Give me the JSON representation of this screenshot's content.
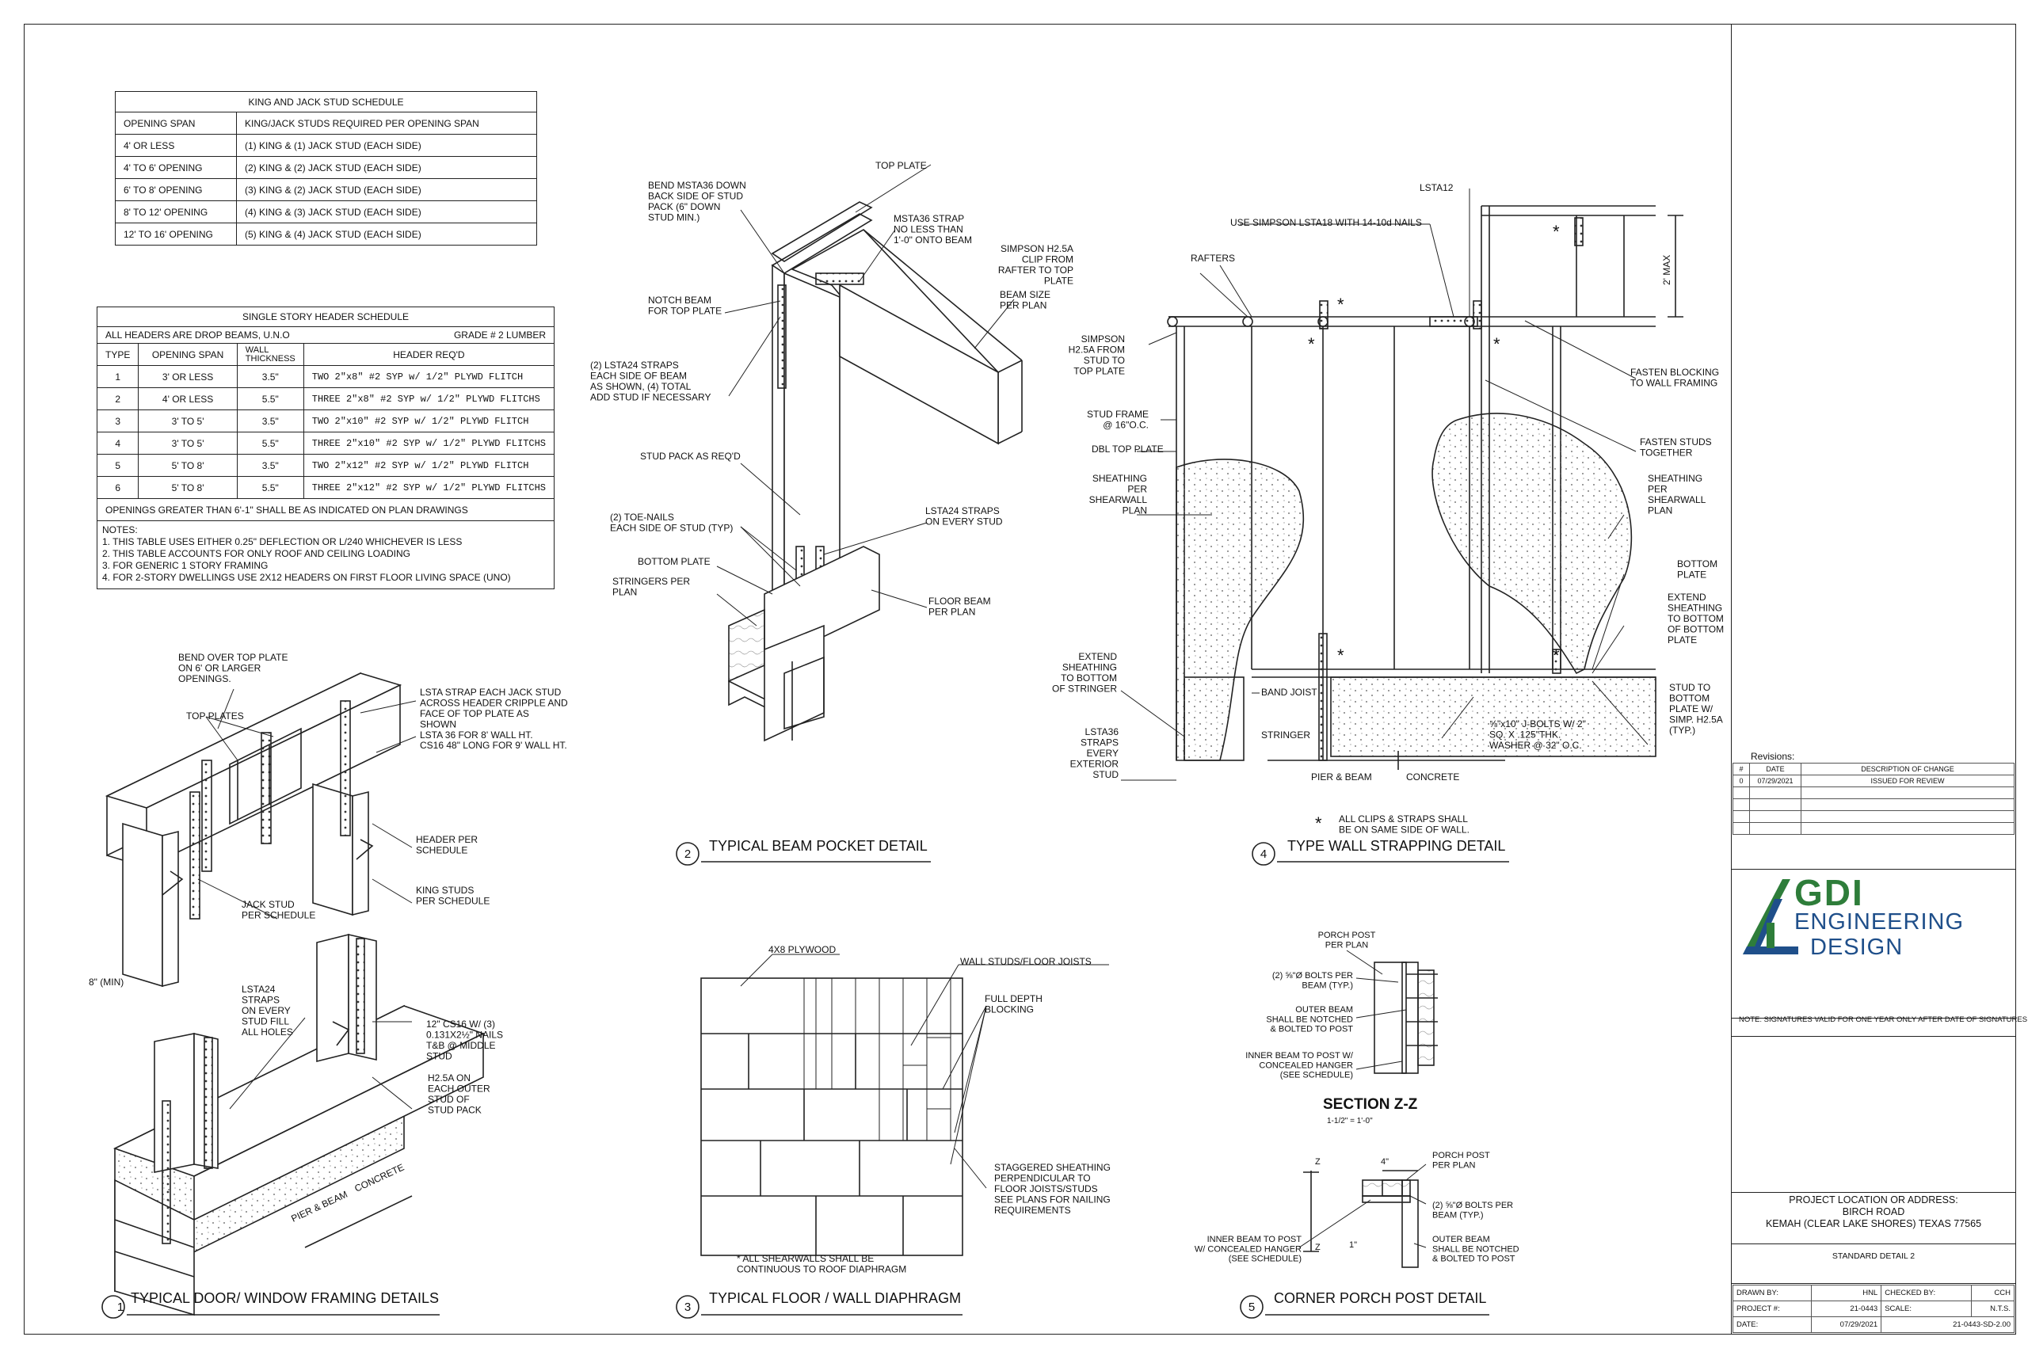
{
  "king_jack": {
    "title": "KING AND JACK STUD SCHEDULE",
    "col1": "OPENING SPAN",
    "col2": "KING/JACK STUDS REQUIRED PER OPENING SPAN",
    "rows": [
      {
        "span": "4' OR LESS",
        "req": "(1)     KING & (1) JACK STUD (EACH SIDE)"
      },
      {
        "span": "4' TO 6' OPENING",
        "req": "(2)  KING & (2) JACK STUD (EACH SIDE)"
      },
      {
        "span": "6' TO 8' OPENING",
        "req": "(3)  KING & (2) JACK STUD (EACH SIDE)"
      },
      {
        "span": "8' TO 12' OPENING",
        "req": "(4)  KING & (3) JACK STUD (EACH SIDE)"
      },
      {
        "span": "12' TO 16' OPENING",
        "req": "(5)  KING & (4) JACK STUD (EACH SIDE)"
      }
    ]
  },
  "header_sched": {
    "title": "SINGLE STORY HEADER SCHEDULE",
    "subtitle_left": "ALL HEADERS ARE DROP BEAMS, U.N.O",
    "subtitle_right": "GRADE # 2 LUMBER",
    "col_type": "TYPE",
    "col_span": "OPENING SPAN",
    "col_wall": "WALL THICKNESS",
    "col_req": "HEADER REQ'D",
    "rows": [
      {
        "type": "1",
        "span": "3' OR LESS",
        "wall": "3.5\"",
        "req": "TWO 2\"x8\" #2 SYP w/ 1/2\" PLYWD FLITCH"
      },
      {
        "type": "2",
        "span": "4' OR LESS",
        "wall": "5.5\"",
        "req": "THREE 2\"x8\" #2 SYP w/ 1/2\" PLYWD FLITCHS"
      },
      {
        "type": "3",
        "span": "3' TO 5'",
        "wall": "3.5\"",
        "req": "TWO 2\"x10\" #2 SYP w/ 1/2\" PLYWD FLITCH"
      },
      {
        "type": "4",
        "span": "3' TO 5'",
        "wall": "5.5\"",
        "req": "THREE 2\"x10\" #2 SYP w/ 1/2\" PLYWD FLITCHS"
      },
      {
        "type": "5",
        "span": "5' TO 8'",
        "wall": "3.5\"",
        "req": "TWO 2\"x12\" #2 SYP w/ 1/2\" PLYWD FLITCH"
      },
      {
        "type": "6",
        "span": "5' TO 8'",
        "wall": "5.5\"",
        "req": "THREE 2\"x12\" #2 SYP w/ 1/2\" PLYWD FLITCHS"
      }
    ],
    "footer": "OPENINGS GREATER THAN 6'-1\" SHALL BE AS INDICATED ON PLAN DRAWINGS",
    "notes_title": "NOTES:",
    "notes": [
      "1.      THIS TABLE USES EITHER 0.25\" DEFLECTION OR L/240 WHICHEVER IS LESS",
      "2.      THIS TABLE ACCOUNTS FOR ONLY ROOF AND CEILING LOADING",
      "3.      FOR GENERIC 1 STORY FRAMING",
      "4.      FOR 2-STORY DWELLINGS USE 2X12 HEADERS ON FIRST FLOOR LIVING SPACE (UNO)"
    ]
  },
  "details": {
    "d1": {
      "num": "1",
      "title": "TYPICAL DOOR/ WINDOW FRAMING DETAILS"
    },
    "d2": {
      "num": "2",
      "title": "TYPICAL BEAM POCKET DETAIL"
    },
    "d3": {
      "num": "3",
      "title": "TYPICAL FLOOR / WALL DIAPHRAGM"
    },
    "d4": {
      "num": "4",
      "title": "TYPE WALL STRAPPING DETAIL"
    },
    "d5": {
      "num": "5",
      "title": "CORNER PORCH POST DETAIL"
    }
  },
  "labels1": {
    "bend_over": "BEND OVER TOP PLATE|ON 6' OR LARGER|OPENINGS.",
    "top_plates": "TOP PLATES",
    "lsta_strap": "LSTA STRAP EACH JACK STUD|ACROSS HEADER CRIPPLE AND|FACE OF TOP PLATE AS|SHOWN|LSTA 36 FOR 8' WALL HT.|CS16 48\" LONG FOR 9' WALL HT.",
    "header_per": "HEADER PER|SCHEDULE",
    "king_studs": "KING STUDS|PER SCHEDULE",
    "jack_stud": "JACK STUD|PER SCHEDULE",
    "min8": "8\" (MIN)",
    "lsta24": "LSTA24|STRAPS|ON EVERY|STUD FILL|ALL HOLES",
    "cs16": "12\" CS16 W/ (3)|0.131X2½\" NAILS|T&B @ MIDDLE|STUD",
    "h25": "H2.5A ON|EACH OUTER|STUD OF|STUD PACK",
    "pier_beam": "PIER & BEAM",
    "concrete": "CONCRETE"
  },
  "labels2": {
    "top_plate": "TOP PLATE",
    "bend_msta": "BEND MSTA36 DOWN|BACK SIDE OF STUD|PACK (6\" DOWN|STUD MIN.)",
    "msta_strap": "MSTA36 STRAP|NO LESS THAN|1'-0\" ONTO BEAM",
    "notch": "NOTCH BEAM|FOR TOP PLATE",
    "beam_size": "BEAM SIZE|PER PLAN",
    "lsta24": "(2) LSTA24 STRAPS|EACH SIDE OF BEAM|AS SHOWN, (4) TOTAL|ADD STUD IF NECESSARY",
    "stud_pack": "STUD PACK AS REQ'D",
    "toe_nails": "(2)      TOE-NAILS|EACH SIDE OF STUD (TYP)",
    "lsta_every": "LSTA24 STRAPS|ON EVERY STUD",
    "bottom_plate": "BOTTOM PLATE",
    "stringers": "STRINGERS PER|PLAN",
    "floor_beam": "FLOOR BEAM|PER PLAN"
  },
  "labels3": {
    "plywood": "4X8 PLYWOOD",
    "wall_studs": "WALL STUDS/FLOOR JOISTS",
    "full_depth": "FULL DEPTH|BLOCKING",
    "staggered": "STAGGERED SHEATHING|PERPENDICULAR TO|FLOOR JOISTS/STUDS|SEE PLANS FOR NAILING|REQUIREMENTS",
    "note": "* ALL SHEARWALLS SHALL BE|CONTINUOUS TO ROOF DIAPHRAGM"
  },
  "labels4": {
    "lsta12": "LSTA12",
    "use_simpson": "USE SIMPSON LSTA18 WITH 14-10d NAILS",
    "simpson_clip": "SIMPSON H2.5A|CLIP FROM|RAFTER TO TOP|PLATE",
    "rafters": "RAFTERS",
    "two_max": "2' MAX",
    "simpson2": "SIMPSON|H2.5A FROM|STUD TO|TOP PLATE",
    "fasten_block": "FASTEN BLOCKING|TO WALL FRAMING",
    "stud_frame": "STUD FRAME|@ 16\"O.C.",
    "dbl_top": "DBL TOP PLATE",
    "fasten_studs": "FASTEN STUDS|TOGETHER",
    "sheathing_l": "SHEATHING|PER|SHEARWALL|PLAN",
    "sheathing_r": "SHEATHING|PER|SHEARWALL|PLAN",
    "bottom_plate": "BOTTOM|PLATE",
    "extend_r": "EXTEND|SHEATHING|TO BOTTOM|OF BOTTOM|PLATE",
    "extend_l": "EXTEND|SHEATHING|TO BOTTOM|OF STRINGER",
    "band_joist": "BAND JOIST",
    "stringer": "STRINGER",
    "jbolts": "⅝\"x10\" J-BOLTS W/ 2\"|SQ. X .125\"THK.|WASHER @ 32\" O.C.",
    "stud_bottom": "STUD TO|BOTTOM|PLATE W/|SIMP. H2.5A|(TYP.)",
    "lsta36": "LSTA36|STRAPS|EVERY|EXTERIOR|STUD",
    "pier_beam": "PIER & BEAM",
    "concrete": "CONCRETE",
    "note": "ALL CLIPS & STRAPS SHALL|BE ON SAME SIDE OF WALL."
  },
  "labels5": {
    "porch_post": "PORCH POST|PER PLAN",
    "bolts": "(2) ⅝\"Ø BOLTS PER|BEAM (TYP.)",
    "outer_beam": "OUTER BEAM|SHALL BE NOTCHED|& BOLTED TO POST",
    "inner_beam": "INNER BEAM TO POST W/|CONCEALED HANGER|(SEE SCHEDULE)",
    "section": "SECTION Z-Z",
    "scale": "1-1/2\" = 1'-0\"",
    "porch_post2": "PORCH POST|PER PLAN",
    "bolts2": "(2) ⅝\"Ø BOLTS PER|BEAM (TYP.)",
    "inner_beam2": "INNER BEAM TO POST|W/ CONCEALED HANGER|(SEE SCHEDULE)",
    "outer_beam2": "OUTER BEAM|SHALL BE NOTCHED|& BOLTED TO POST",
    "z": "Z",
    "four": "4\"",
    "one": "1\""
  },
  "titleblock": {
    "revisions": "Revisions:",
    "rev_hdr": [
      "#",
      "DATE",
      "DESCRIPTION OF CHANGE"
    ],
    "rev_rows": [
      [
        "0",
        "07/29/2021",
        "ISSUED FOR REVIEW"
      ]
    ],
    "logo1": "GDI",
    "logo2": "ENGINEERING",
    "logo3": "DESIGN",
    "sig_note": "NOTE:  SIGNATURES VALID FOR ONE YEAR ONLY AFTER DATE OF SIGNATURES",
    "proj_label": "PROJECT LOCATION OR ADDRESS:",
    "proj_l1": "BIRCH ROAD",
    "proj_l2": "KEMAH (CLEAR LAKE SHORES) TEXAS 77565",
    "sheet_name": "STANDARD DETAIL 2",
    "drawn_by_l": "DRAWN BY:",
    "drawn_by": "HNL",
    "checked_by_l": "CHECKED BY:",
    "checked_by": "CCH",
    "project_l": "PROJECT #:",
    "project": "21-0443",
    "scale_l": "SCALE:",
    "scale": "N.T.S.",
    "date_l": "DATE:",
    "date": "07/29/2021",
    "sheet_no": "21-0443-SD-2.00"
  },
  "colors": {
    "logo_green": "#2e7d3a",
    "logo_blue": "#1f4f8a"
  }
}
